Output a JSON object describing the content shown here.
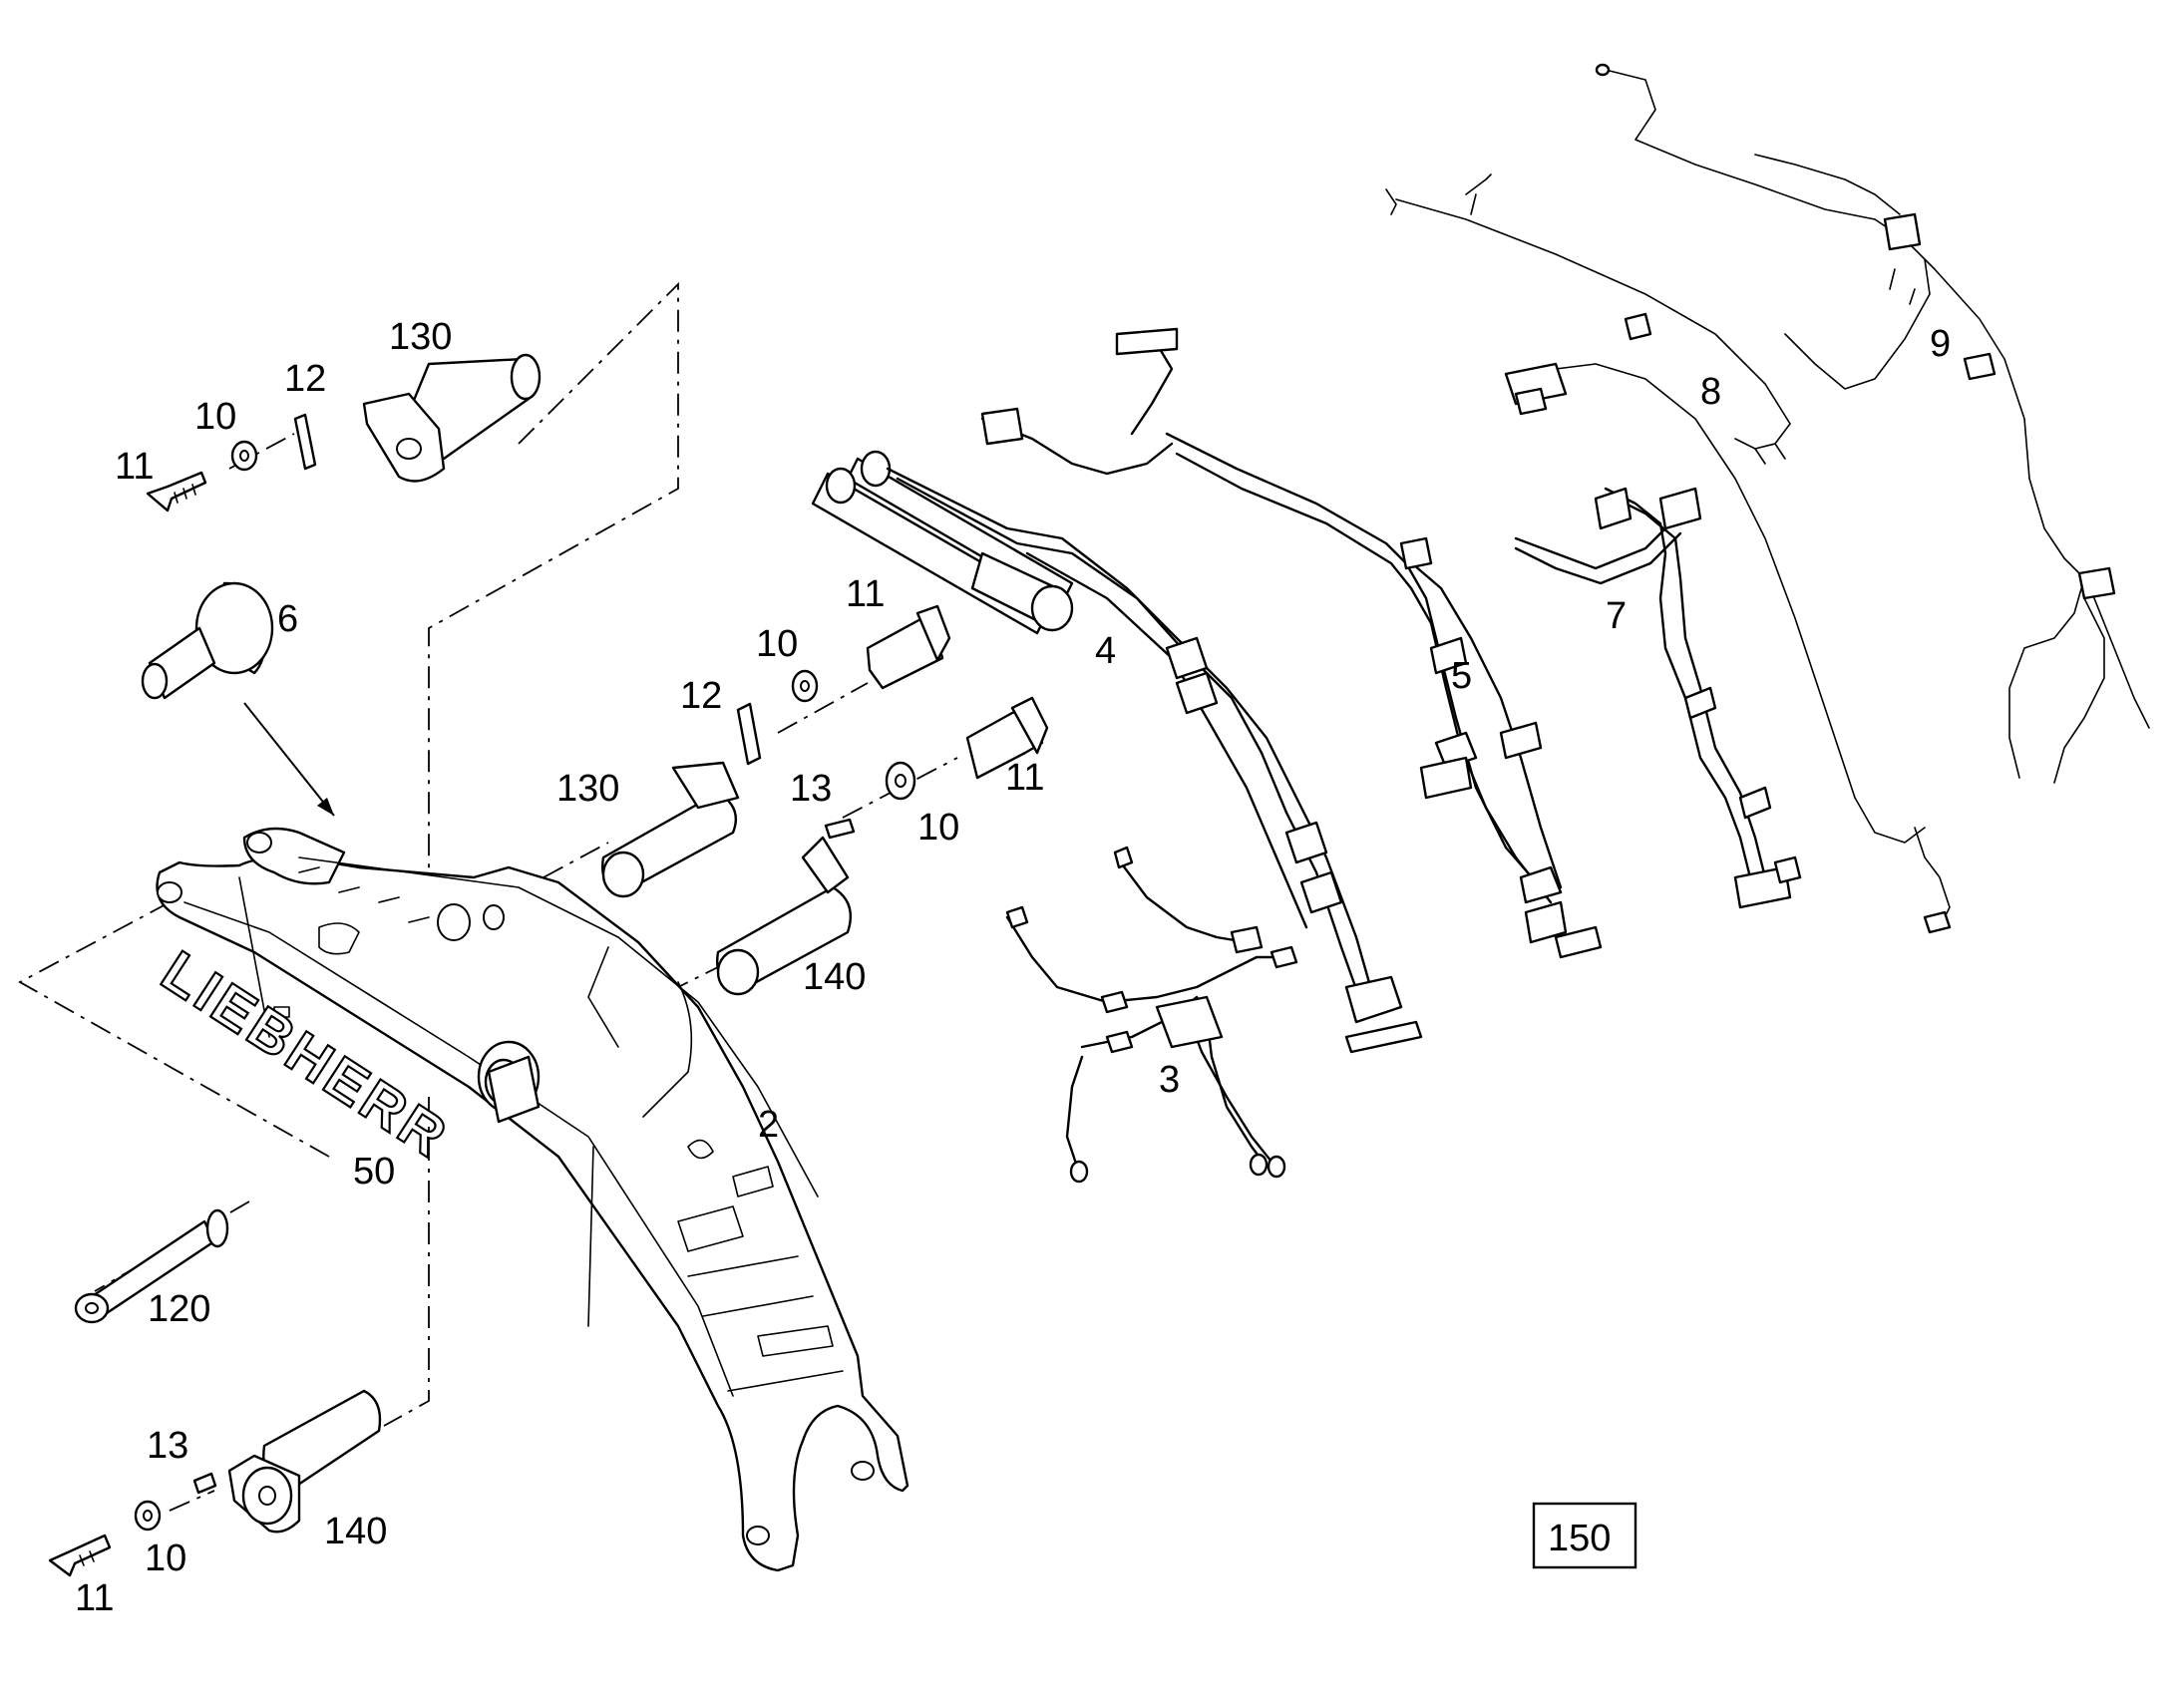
{
  "diagram": {
    "brand_mark": "LIEBHERR",
    "page_code": "150",
    "item_numbers": {
      "n130_top": "130",
      "n12_top": "12",
      "n10_top": "10",
      "n11_top": "11",
      "n6": "6",
      "n11_mid": "11",
      "n10_mid": "10",
      "n12_mid": "12",
      "n130_mid": "130",
      "n13_mid": "13",
      "n11_mid2": "11",
      "n10_mid2": "10",
      "n140_mid": "140",
      "n4": "4",
      "n5": "5",
      "n7": "7",
      "n8": "8",
      "n9": "9",
      "n3": "3",
      "n2": "2",
      "n50": "50",
      "n120": "120",
      "n13_bot": "13",
      "n10_bot": "10",
      "n140_bot": "140",
      "n11_bot": "11"
    },
    "colors": {
      "line": "#000000",
      "background": "#ffffff"
    }
  }
}
